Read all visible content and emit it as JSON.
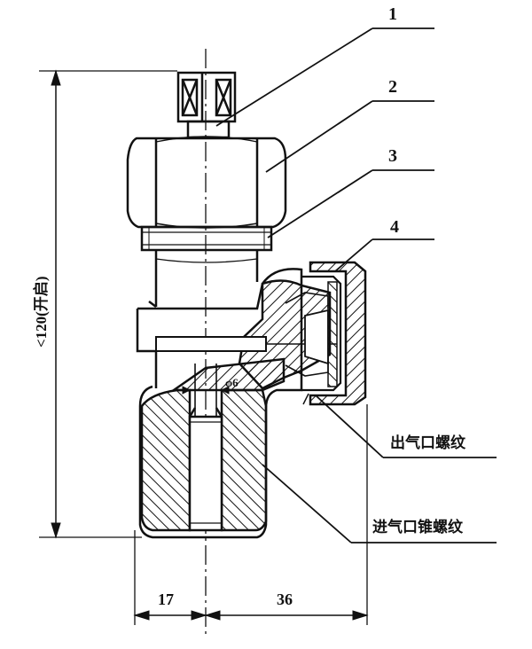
{
  "callouts": [
    {
      "number": "1"
    },
    {
      "number": "2"
    },
    {
      "number": "3"
    },
    {
      "number": "4"
    }
  ],
  "labels": {
    "outlet_thread": "出气口螺纹",
    "inlet_thread": "进气口锥螺纹",
    "height_dim": "<120(开启)",
    "dim_left": "17",
    "dim_right": "36",
    "bore_dia": "φ6"
  }
}
